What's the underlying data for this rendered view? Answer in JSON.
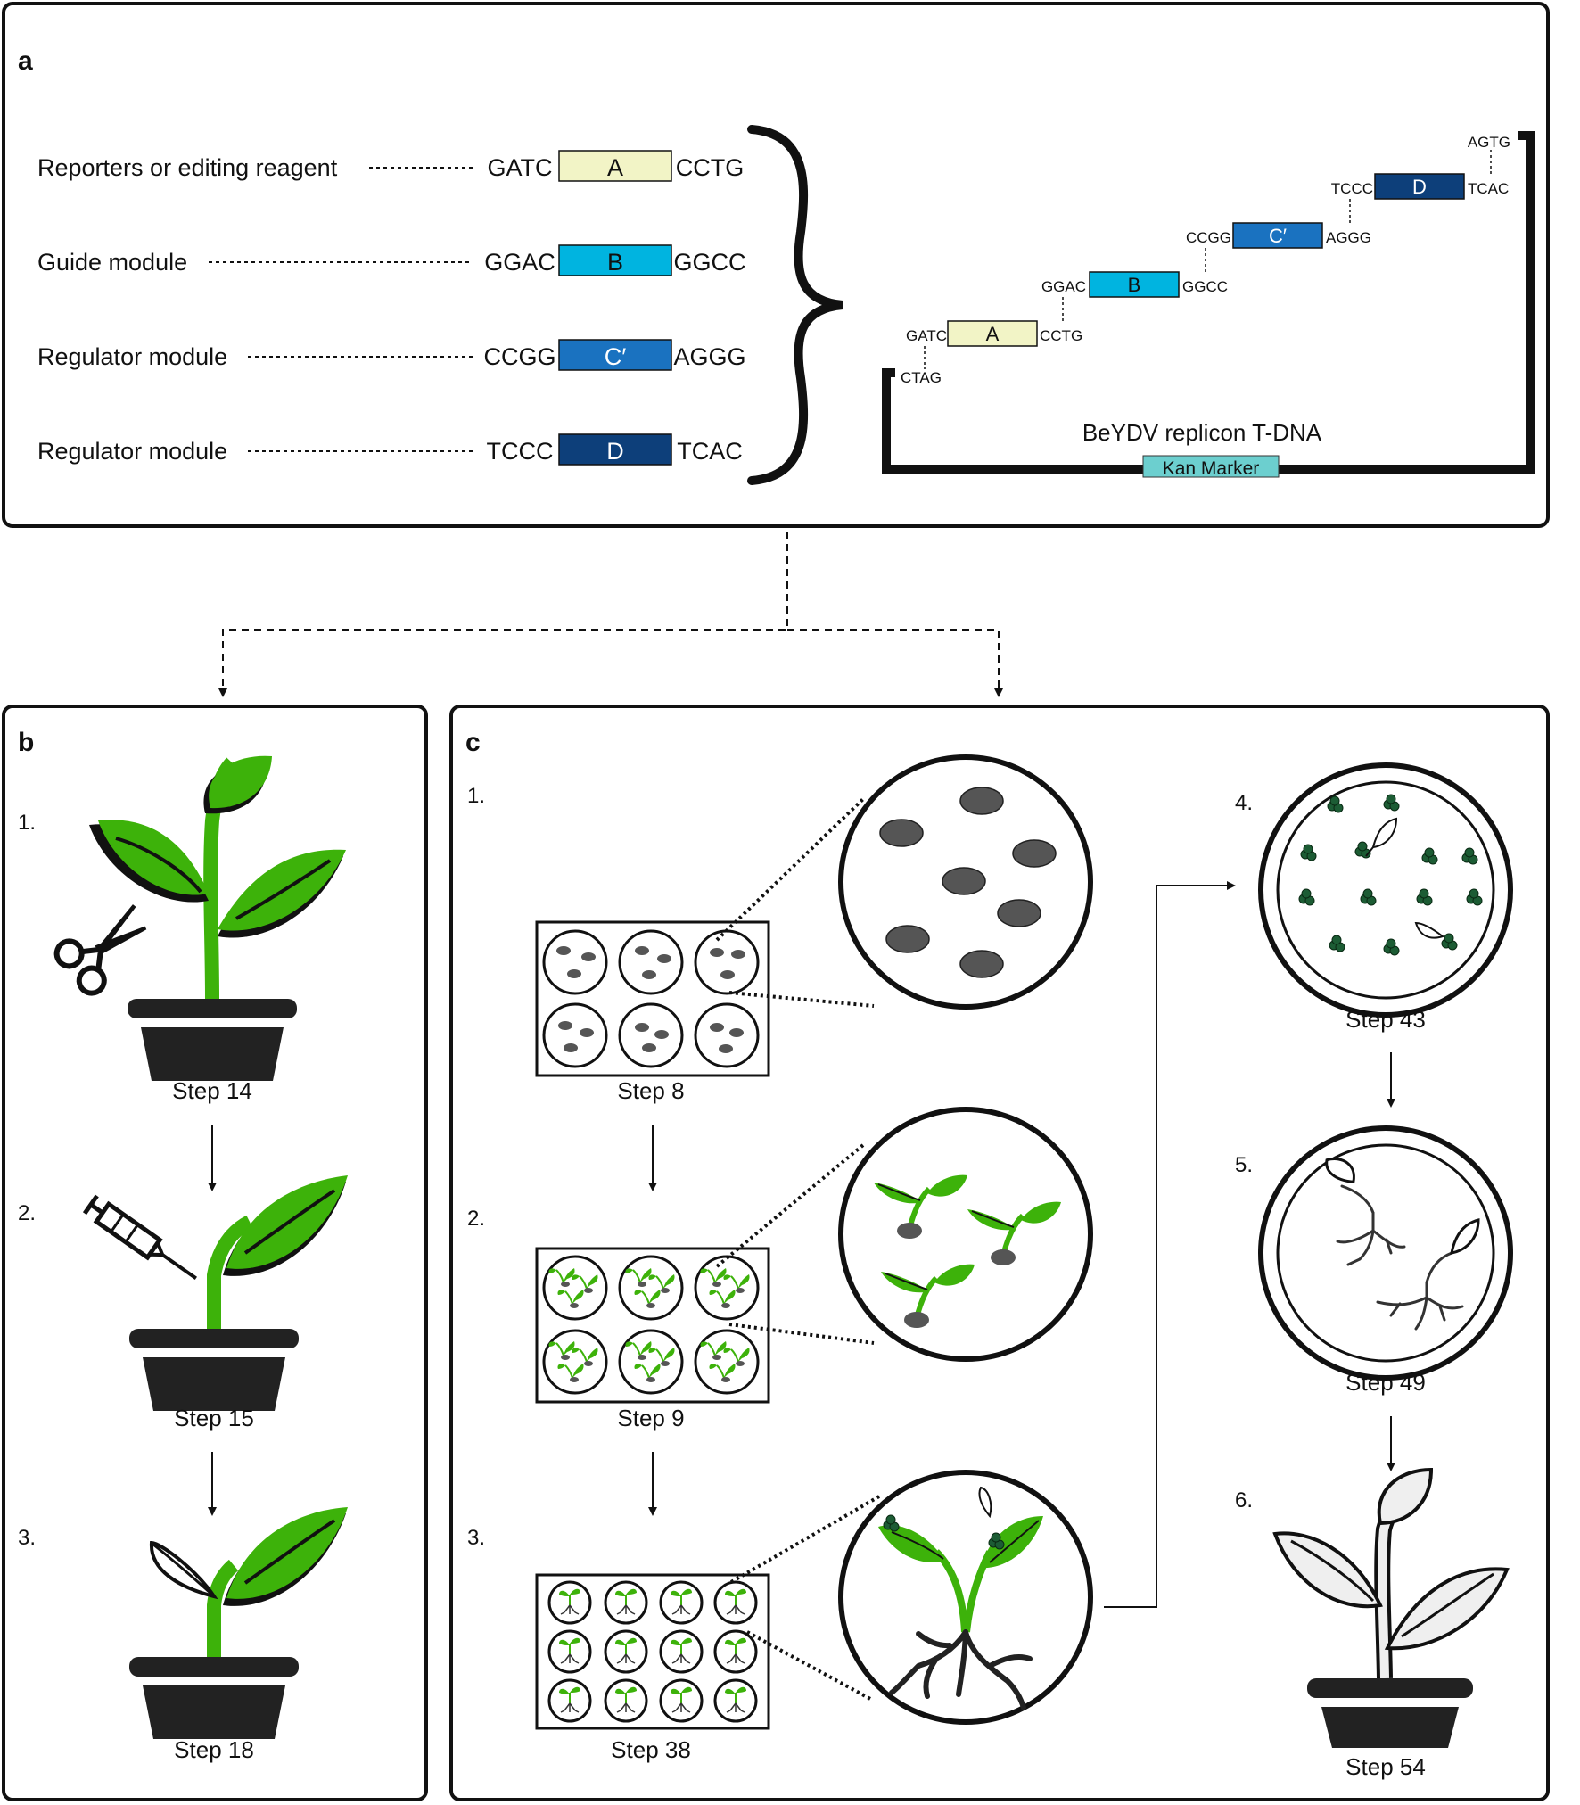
{
  "panels": {
    "a": "a",
    "b": "b",
    "c": "c"
  },
  "modules": [
    {
      "label": "Reporters or editing reagent",
      "left": "GATC",
      "name": "A",
      "right": "CCTG",
      "color": "#f2f4c6",
      "text_color": "#111111"
    },
    {
      "label": "Guide module",
      "left": "GGAC",
      "name": "B",
      "right": "GGCC",
      "color": "#00b4e0",
      "text_color": "#111111"
    },
    {
      "label": "Regulator module",
      "left": "CCGG",
      "name": "C′",
      "right": "AGGG",
      "color": "#1a72c0",
      "text_color": "#ffffff"
    },
    {
      "label": "Regulator module",
      "left": "TCCC",
      "name": "D",
      "right": "TCAC",
      "color": "#0d3f7a",
      "text_color": "#ffffff"
    }
  ],
  "vector": {
    "title": "BeYDV replicon T-DNA",
    "marker": "Kan Marker",
    "marker_color": "#6ccfcf",
    "cap_left": "CTAG",
    "cap_right": "AGTG"
  },
  "panel_b": {
    "steps": [
      {
        "num": "1.",
        "label": "Step 14"
      },
      {
        "num": "2.",
        "label": "Step 15"
      },
      {
        "num": "3.",
        "label": "Step 18"
      }
    ]
  },
  "panel_c": {
    "steps": [
      {
        "num": "1.",
        "label": "Step 8"
      },
      {
        "num": "2.",
        "label": "Step 9"
      },
      {
        "num": "3.",
        "label": "Step 38"
      },
      {
        "num": "4.",
        "label": "Step 43"
      },
      {
        "num": "5.",
        "label": "Step 49"
      },
      {
        "num": "6.",
        "label": "Step 54"
      }
    ]
  },
  "colors": {
    "plant_green": "#3db20a",
    "seed_gray": "#555555",
    "callus_green": "#1c5c34",
    "stroke": "#111111"
  }
}
